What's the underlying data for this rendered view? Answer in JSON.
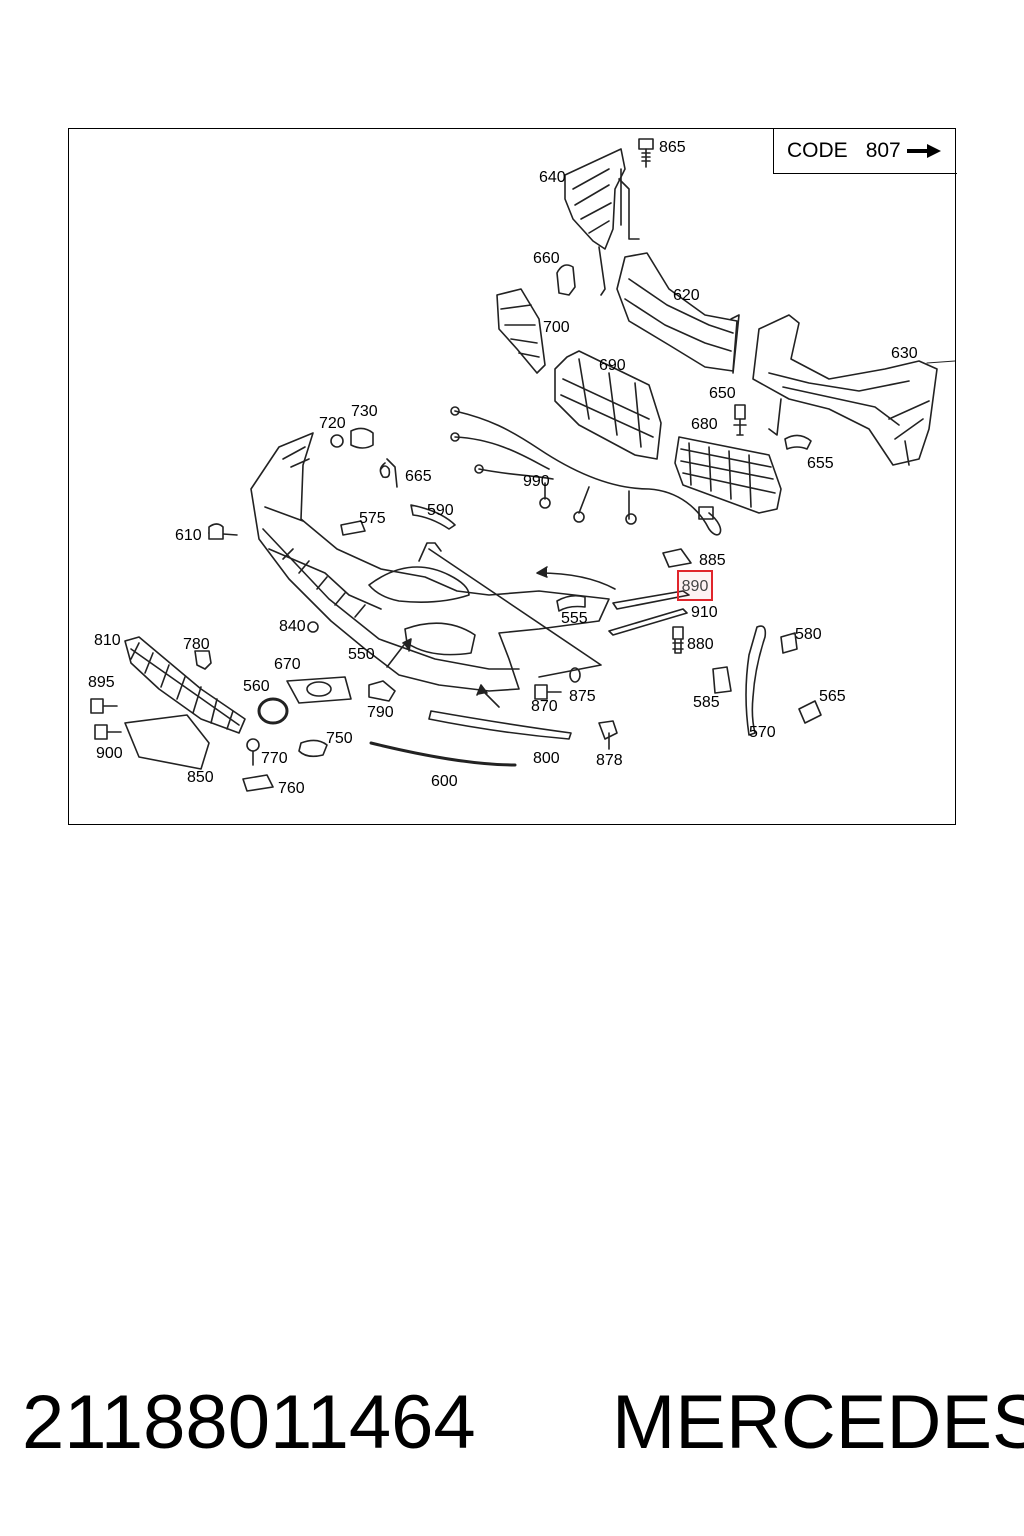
{
  "diagram": {
    "code_box": {
      "word": "CODE",
      "number": "807"
    },
    "highlighted_part": "890",
    "part_labels": {
      "p865": "865",
      "p640": "640",
      "p660": "660",
      "p620": "620",
      "p700": "700",
      "p630": "630",
      "p690": "690",
      "p650": "650",
      "p680": "680",
      "p655": "655",
      "p720": "720",
      "p730": "730",
      "p665": "665",
      "p990": "990",
      "p575": "575",
      "p590": "590",
      "p610": "610",
      "p885": "885",
      "p910": "910",
      "p555": "555",
      "p880": "880",
      "p580": "580",
      "p840": "840",
      "p810": "810",
      "p780": "780",
      "p550": "550",
      "p670": "670",
      "p895": "895",
      "p560": "560",
      "p790": "790",
      "p870": "870",
      "p875": "875",
      "p585": "585",
      "p565": "565",
      "p900": "900",
      "p770": "770",
      "p750": "750",
      "p800": "800",
      "p878": "878",
      "p570": "570",
      "p850": "850",
      "p760": "760",
      "p600": "600"
    }
  },
  "footer": {
    "part_number": "21188011464",
    "brand": "MERCEDES"
  }
}
